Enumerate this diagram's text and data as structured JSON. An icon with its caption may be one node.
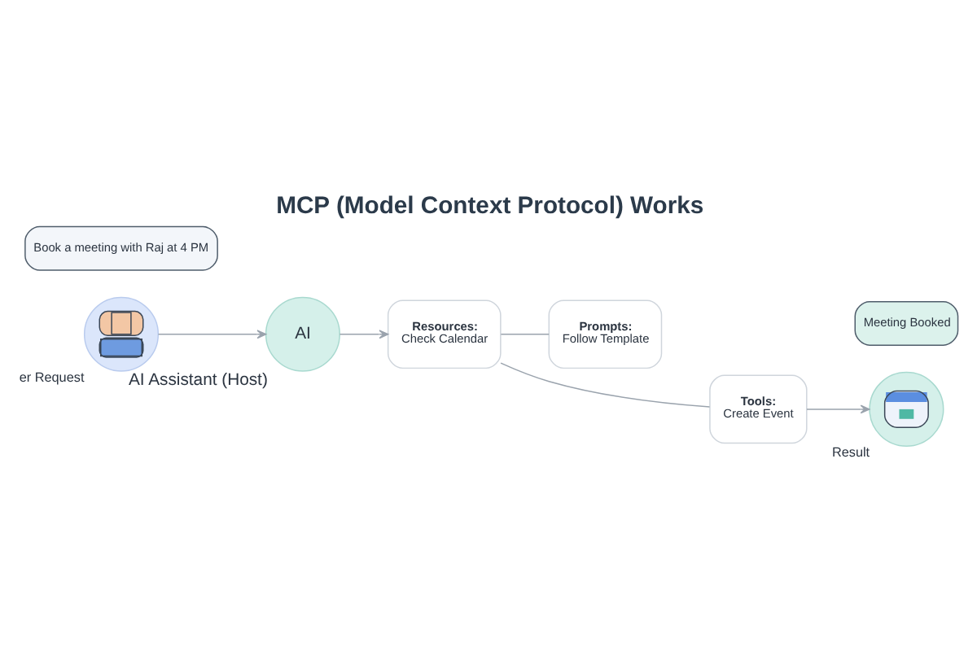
{
  "diagram": {
    "title": "MCP (Model Context Protocol) Works",
    "nodes": [
      {
        "text": [],
        "shape": "person",
        "beside": [
          "er Request"
        ]
      },
      {
        "text": [
          "Book a meeting with Raj at 4 PM"
        ]
      },
      {
        "text": [
          "AI"
        ],
        "beside": [
          "AI Assistant (Host)"
        ]
      },
      {
        "text": [
          "Resources:",
          "Check Calendar"
        ]
      },
      {
        "text": [
          "Prompts:",
          "Follow Template"
        ]
      },
      {
        "text": [
          "Tools:",
          "Create Event"
        ]
      },
      {
        "text": [],
        "shape": "picture",
        "beside": [
          "Result"
        ]
      },
      {
        "text": [
          "Meeting Booked"
        ]
      }
    ],
    "edges": [
      {
        "from": 0,
        "to": 2,
        "arrow": "to"
      },
      {
        "from": 2,
        "to": 3,
        "arrow": "to"
      },
      {
        "from": 3,
        "to": 5,
        "arrow": "none"
      },
      {
        "from": 3,
        "to": 4,
        "arrow": "none"
      },
      {
        "from": 5,
        "to": 6,
        "arrow": "to"
      }
    ]
  }
}
